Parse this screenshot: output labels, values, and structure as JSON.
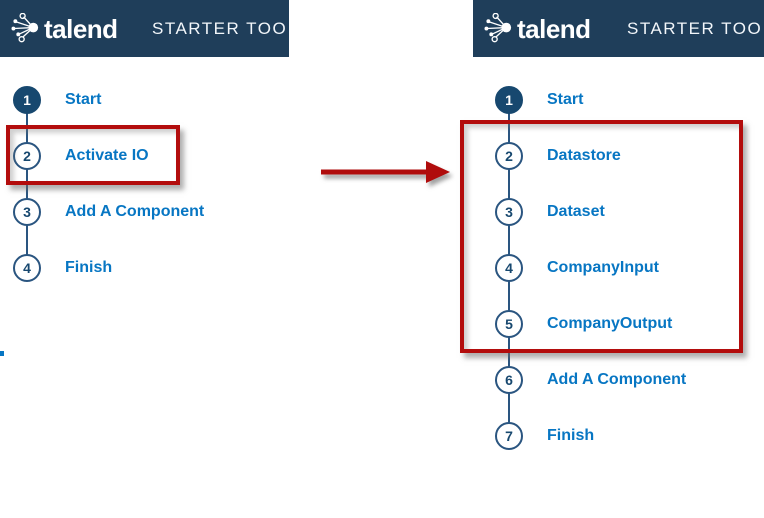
{
  "header": {
    "logo_text": "talend",
    "title": "STARTER TOO"
  },
  "colors": {
    "header_bg": "#1f3e5a",
    "circle_fill": "#17486f",
    "line_color": "#2a5580",
    "label_blue": "#0776c3",
    "annotation_red": "#b30d0d"
  },
  "panels": {
    "before": {
      "steps": [
        {
          "num": "1",
          "label": "Start",
          "filled": true
        },
        {
          "num": "2",
          "label": "Activate IO",
          "filled": false
        },
        {
          "num": "3",
          "label": "Add A Component",
          "filled": false
        },
        {
          "num": "4",
          "label": "Finish",
          "filled": false
        }
      ],
      "highlighted_steps": "2"
    },
    "after": {
      "steps": [
        {
          "num": "1",
          "label": "Start",
          "filled": true
        },
        {
          "num": "2",
          "label": "Datastore",
          "filled": false
        },
        {
          "num": "3",
          "label": "Dataset",
          "filled": false
        },
        {
          "num": "4",
          "label": "CompanyInput",
          "filled": false
        },
        {
          "num": "5",
          "label": "CompanyOutput",
          "filled": false
        },
        {
          "num": "6",
          "label": "Add A Component",
          "filled": false
        },
        {
          "num": "7",
          "label": "Finish",
          "filled": false
        }
      ],
      "highlighted_steps": "2-5"
    }
  }
}
